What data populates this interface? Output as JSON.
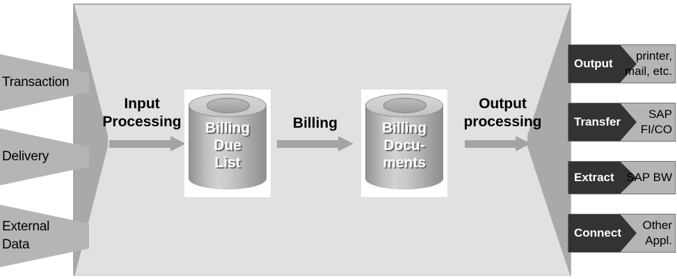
{
  "diagram": {
    "title": "Billing process flow",
    "colors": {
      "container_fill": "#e1e1e1",
      "wedge_gray": "#a9a9a9",
      "arrow_gray": "#a3a3a3",
      "input_arrow_gray": "#b5b5b5",
      "output_block_dark": "#333333",
      "output_box_gray": "#b5b5b5",
      "cylinder_text": "#ffffff"
    }
  },
  "inputs": [
    {
      "label": "Transaction"
    },
    {
      "label": "Delivery"
    },
    {
      "line1": "External",
      "line2": "Data"
    }
  ],
  "stages": {
    "input_processing_line1": "Input",
    "input_processing_line2": "Processing",
    "billing": "Billing",
    "output_processing_line1": "Output",
    "output_processing_line2": "processing"
  },
  "stores": [
    {
      "name": "billing-due-list",
      "line1": "Billing",
      "line2": "Due",
      "line3": "List"
    },
    {
      "name": "billing-documents",
      "line1": "Billing",
      "line2": "Docu-",
      "line3": "ments"
    }
  ],
  "outputs": [
    {
      "action": "Output",
      "target_line1": "printer,",
      "target_line2": "mail, etc."
    },
    {
      "action": "Transfer",
      "target_line1": "SAP",
      "target_line2": "FI/CO"
    },
    {
      "action": "Extract",
      "target_line1": "SAP BW",
      "target_line2": ""
    },
    {
      "action": "Connect",
      "target_line1": "Other",
      "target_line2": "Appl."
    }
  ]
}
